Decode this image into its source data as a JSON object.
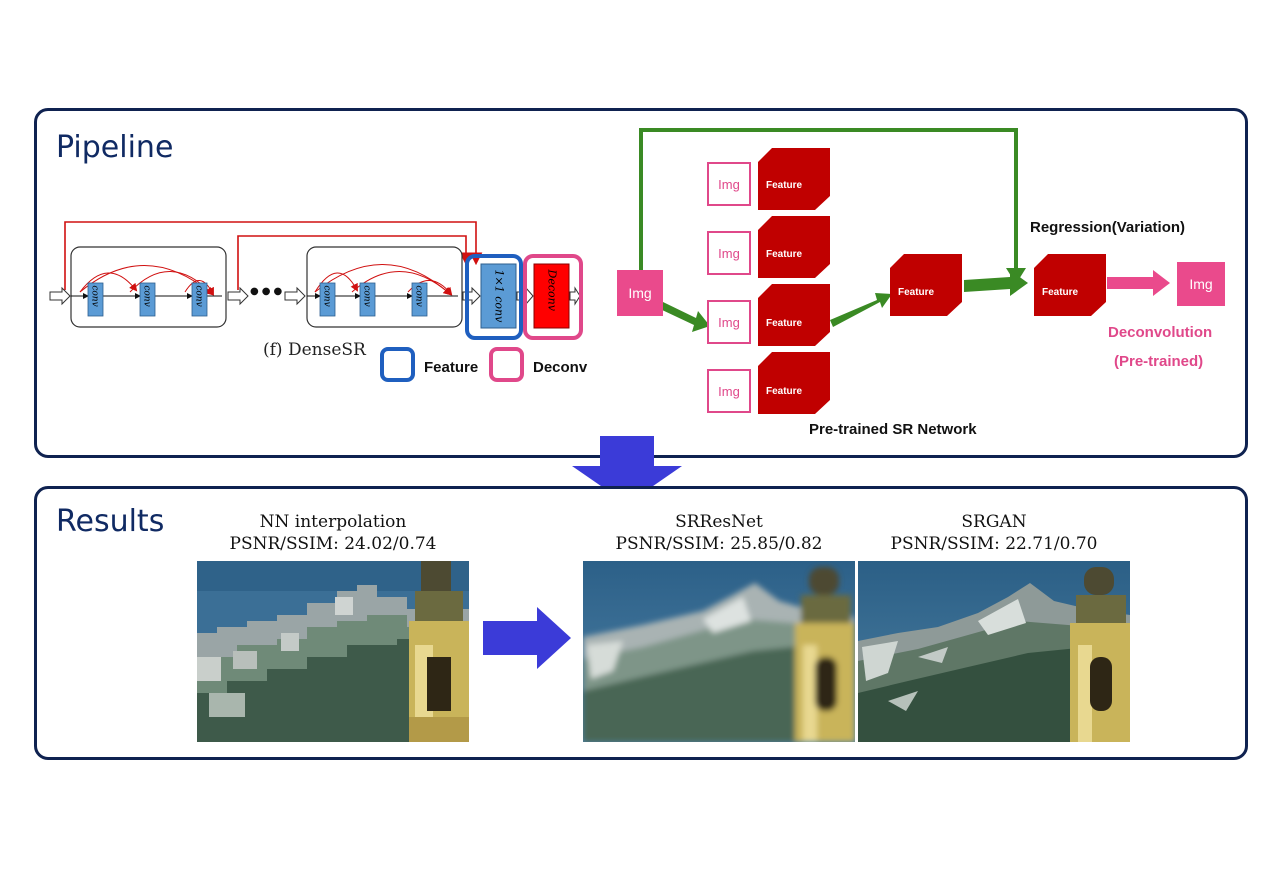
{
  "pipeline": {
    "title": "Pipeline",
    "densesr": {
      "caption": "(f) DenseSR",
      "conv_label": "conv",
      "conv1x1_label": "1×1 conv",
      "deconv_label": "Deconv",
      "ellipsis": "●●●"
    },
    "legend": {
      "feature": "Feature",
      "deconv": "Deconv"
    },
    "flow": {
      "img_label": "Img",
      "feature_label": "Feature",
      "pretrained_label": "Pre-trained SR Network",
      "regression_label": "Regression(Variation)",
      "deconvolution_label": "Deconvolution",
      "pretrained_paren": "(Pre-trained)"
    }
  },
  "results": {
    "title": "Results",
    "items": [
      {
        "name": "NN interpolation",
        "metric": "PSNR/SSIM: 24.02/0.74"
      },
      {
        "name": "SRResNet",
        "metric": "PSNR/SSIM: 25.85/0.82"
      },
      {
        "name": "SRGAN",
        "metric": "PSNR/SSIM: 22.71/0.70"
      }
    ]
  },
  "colors": {
    "panel_border": "#0f2250",
    "title": "#102a63",
    "feature_blue": "#1f5fbf",
    "deconv_pink": "#e0488a",
    "feature_red": "#c00000",
    "green_arrow": "#3a8a24",
    "down_arrow": "#3b3bd8",
    "conv_blue": "#5b9bd5"
  }
}
